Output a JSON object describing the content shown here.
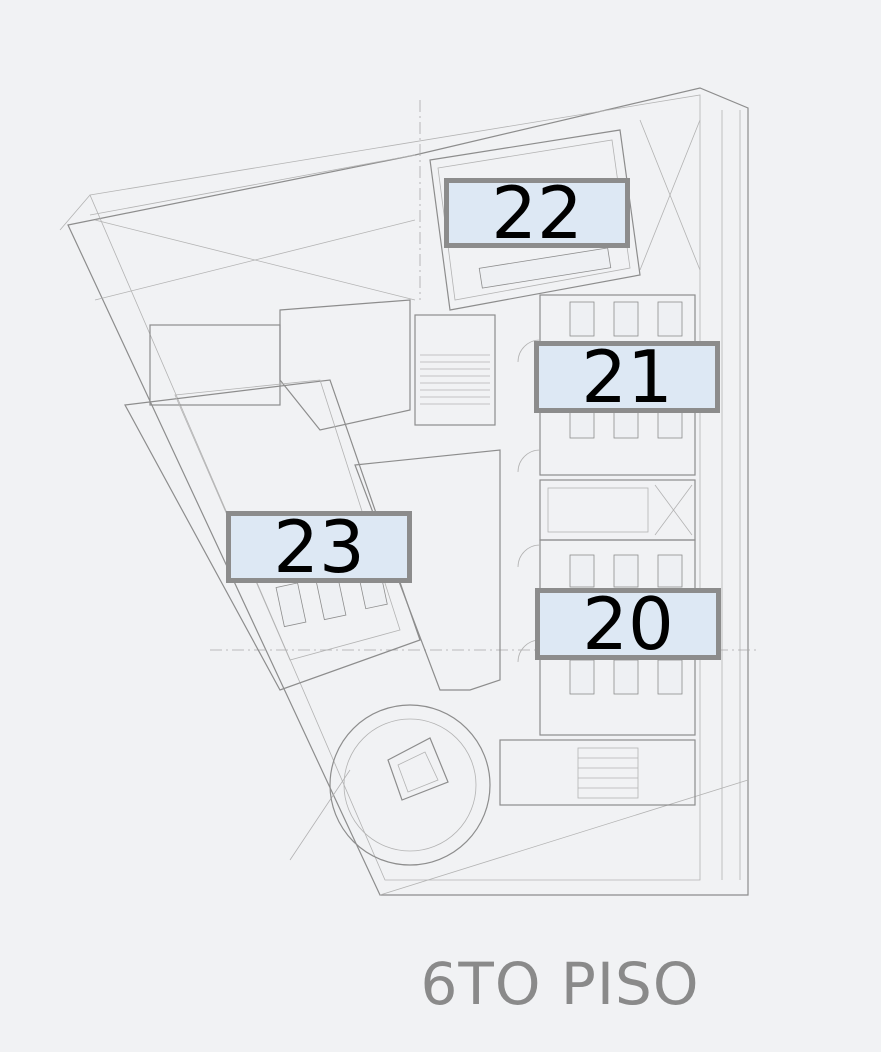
{
  "floor_title": "6TO PISO",
  "rooms": [
    {
      "id": "room-22",
      "label": "22"
    },
    {
      "id": "room-21",
      "label": "21"
    },
    {
      "id": "room-23",
      "label": "23"
    },
    {
      "id": "room-20",
      "label": "20"
    }
  ],
  "colors": {
    "background": "#f1f2f4",
    "label_fill": "#dde8f4",
    "label_border": "#8c8c8c",
    "plan_lines": "#8d8d8d",
    "title_text": "#8a8a8a"
  }
}
